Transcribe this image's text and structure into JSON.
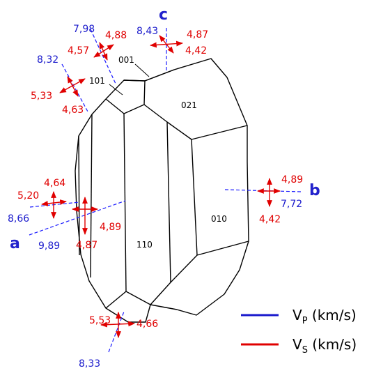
{
  "axes": {
    "a": "a",
    "b": "b",
    "c": "c"
  },
  "faces": {
    "f001": "001",
    "f101": "101",
    "f021": "021",
    "f010": "010",
    "f110": "110"
  },
  "velocities": {
    "c_vp": "8,43",
    "c_vs1": "4,87",
    "c_vs2": "4,42",
    "c101_vp": "7,98",
    "c101_vs1": "4,88",
    "c101_vs2": "4,57",
    "ul_vp": "8,32",
    "ul_vs1": "5,33",
    "ul_vs2": "4,63",
    "b_vp": "7,72",
    "b_vs1": "4,89",
    "b_vs2": "4,42",
    "a_vp1": "8,66",
    "a_vp2": "9,89",
    "a_vs1": "4,64",
    "a_vs2": "5,20",
    "a_vs3": "4,89",
    "a_vs4": "4,87",
    "bot_vp": "8,33",
    "bot_vs1": "5,53",
    "bot_vs2": "4,66"
  },
  "legend": {
    "vp_letter": "V",
    "vp_sub": "P",
    "vp_unit": " (km/s)",
    "vs_letter": "V",
    "vs_sub": "S",
    "vs_unit": " (km/s)"
  },
  "colors": {
    "vp": "#1a1acc",
    "vs": "#e00000"
  }
}
